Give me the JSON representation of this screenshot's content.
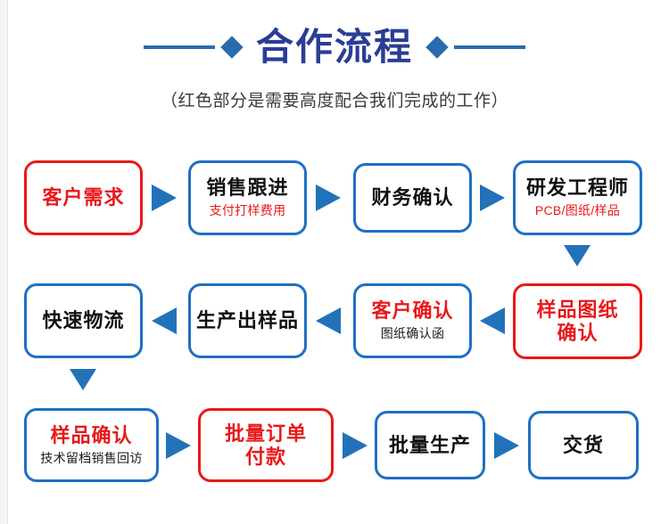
{
  "header": {
    "title": "合作流程",
    "subtitle": "（红色部分是需要高度配合我们完成的工作）",
    "left_diamond_icon": "diamond-icon",
    "right_diamond_icon": "diamond-icon",
    "title_color": "#2B3D94",
    "accent_color": "#2A6BAE"
  },
  "colors": {
    "blue_border": "#1F6FC4",
    "red_border": "#E8191A",
    "red_text": "#E8191A",
    "dark_text": "#111111",
    "arrow": "#2272B9",
    "background": "#FFFFFF"
  },
  "flow": {
    "rows": [
      {
        "direction": "left-to-right",
        "steps": [
          {
            "main": "客户需求",
            "sub": "",
            "border": "red",
            "main_color": "red",
            "sub_color": "red"
          },
          {
            "main": "销售跟进",
            "sub": "支付打样费用",
            "border": "blue",
            "main_color": "dark",
            "sub_color": "red"
          },
          {
            "main": "财务确认",
            "sub": "",
            "border": "blue",
            "main_color": "dark",
            "sub_color": "red"
          },
          {
            "main": "研发工程师",
            "sub": "PCB/图纸/样品",
            "border": "blue",
            "main_color": "dark",
            "sub_color": "red"
          }
        ]
      },
      {
        "direction": "right-to-left",
        "steps": [
          {
            "main": "快速物流",
            "sub": "",
            "border": "blue",
            "main_color": "dark",
            "sub_color": "dark"
          },
          {
            "main": "生产出样品",
            "sub": "",
            "border": "blue",
            "main_color": "dark",
            "sub_color": "dark"
          },
          {
            "main": "客户确认",
            "sub": "图纸确认函",
            "border": "blue",
            "main_color": "red",
            "sub_color": "dark"
          },
          {
            "main": "样品图纸\n确认",
            "sub": "",
            "border": "red",
            "main_color": "red",
            "sub_color": "red"
          }
        ]
      },
      {
        "direction": "left-to-right",
        "steps": [
          {
            "main": "样品确认",
            "sub": "技术留档销售回访",
            "border": "blue",
            "main_color": "red",
            "sub_color": "dark"
          },
          {
            "main": "批量订单\n付款",
            "sub": "",
            "border": "red",
            "main_color": "red",
            "sub_color": "red"
          },
          {
            "main": "批量生产",
            "sub": "",
            "border": "blue",
            "main_color": "dark",
            "sub_color": "dark"
          },
          {
            "main": "交货",
            "sub": "",
            "border": "blue",
            "main_color": "dark",
            "sub_color": "dark"
          }
        ]
      }
    ],
    "connectors": [
      {
        "name": "arrow-row1-step1-to-step2",
        "type": "right"
      },
      {
        "name": "arrow-row1-step2-to-step3",
        "type": "right"
      },
      {
        "name": "arrow-row1-step3-to-step4",
        "type": "right"
      },
      {
        "name": "arrow-row1-to-row2",
        "type": "down"
      },
      {
        "name": "arrow-row2-step4-to-step3",
        "type": "left"
      },
      {
        "name": "arrow-row2-step3-to-step2",
        "type": "left"
      },
      {
        "name": "arrow-row2-step2-to-step1",
        "type": "left"
      },
      {
        "name": "arrow-row2-to-row3",
        "type": "down"
      },
      {
        "name": "arrow-row3-step1-to-step2",
        "type": "right"
      },
      {
        "name": "arrow-row3-step2-to-step3",
        "type": "right"
      },
      {
        "name": "arrow-row3-step3-to-step4",
        "type": "right"
      }
    ]
  }
}
